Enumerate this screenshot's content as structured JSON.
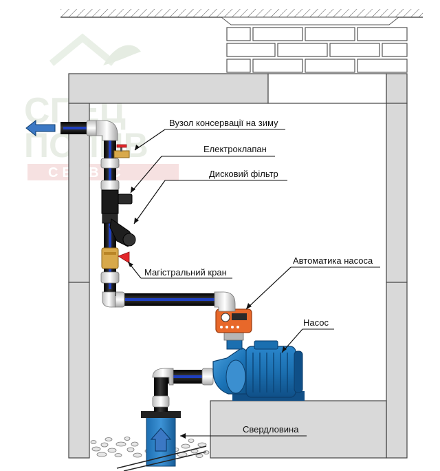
{
  "watermark": {
    "line1": "СПЕЦ",
    "line2": "ПОЛИВ",
    "line3": "СЕРВІС"
  },
  "labels": {
    "winter_node": "Вузол консервації на зиму",
    "solenoid_valve": "Електроклапан",
    "disc_filter": "Дисковий фільтр",
    "main_valve": "Магістральний кран",
    "pump_automation": "Автоматика насоса",
    "pump": "Насос",
    "borehole": "Свердловина"
  },
  "colors": {
    "wall": "#d9d9d9",
    "pipe": "#1a1a1a",
    "pipe_stripe": "#1f3fbf",
    "fitting": "#f2f2f2",
    "pump_body": "#1b74b8",
    "automation": "#e8682a",
    "valve_handle": "#e3262a",
    "brass": "#d8a94b",
    "arrow_blue": "#3b78c4",
    "watermark_green": "#e3ebdf",
    "watermark_red": "#f4d6d6"
  }
}
